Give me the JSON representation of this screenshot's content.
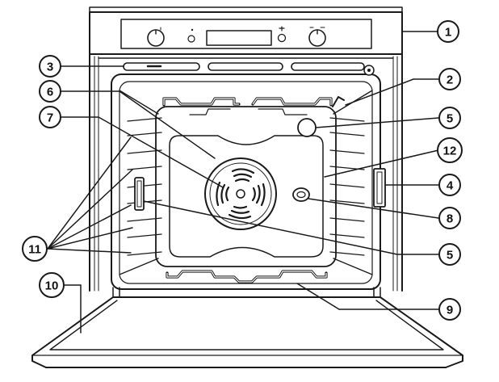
{
  "diagram": {
    "callouts": [
      {
        "id": "c1",
        "number": "1"
      },
      {
        "id": "c2",
        "number": "2"
      },
      {
        "id": "c3",
        "number": "3"
      },
      {
        "id": "c4",
        "number": "4"
      },
      {
        "id": "c5a",
        "number": "5"
      },
      {
        "id": "c5b",
        "number": "5"
      },
      {
        "id": "c6",
        "number": "6"
      },
      {
        "id": "c7",
        "number": "7"
      },
      {
        "id": "c8",
        "number": "8"
      },
      {
        "id": "c9",
        "number": "9"
      },
      {
        "id": "c10",
        "number": "10"
      },
      {
        "id": "c11",
        "number": "11"
      },
      {
        "id": "c12",
        "number": "12"
      }
    ]
  }
}
